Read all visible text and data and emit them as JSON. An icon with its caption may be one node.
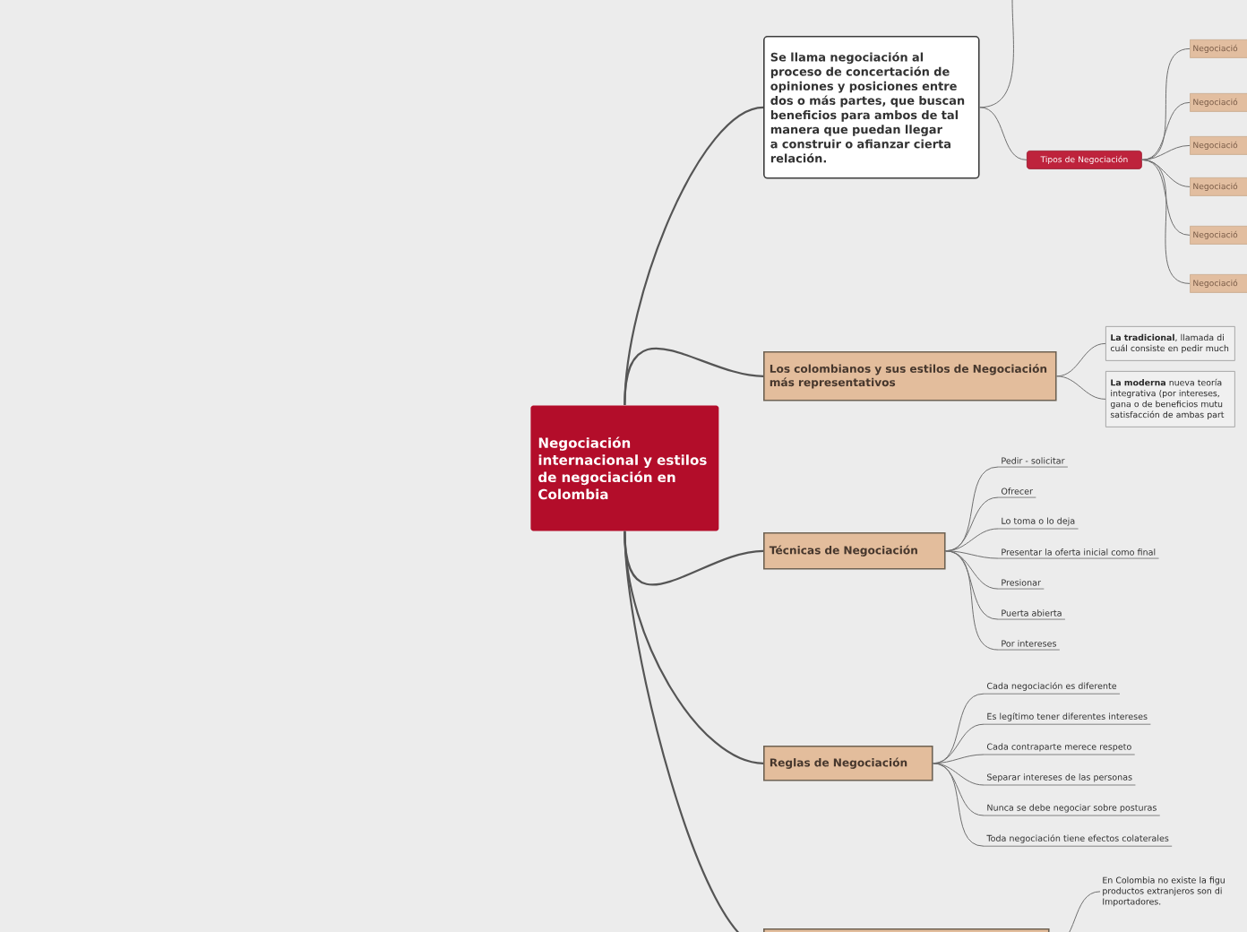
{
  "diagram": {
    "nodes": [
      {
        "text": [
          "Negociación internacional y estilos de negociación en Colombia"
        ]
      },
      {
        "text": [
          "Se llama negociación al proceso de concertación de opiniones y posiciones entre dos o más partes, que buscan beneficios para ambos de tal manera que puedan llegar a construir o afianzar cierta relación."
        ]
      },
      {
        "text": [
          "Tipos de Negociación"
        ]
      },
      {
        "text": [
          "Negociació"
        ]
      },
      {
        "text": [
          "Negociació"
        ]
      },
      {
        "text": [
          "Negociació"
        ]
      },
      {
        "text": [
          "Negociació"
        ]
      },
      {
        "text": [
          "Negociació"
        ]
      },
      {
        "text": [
          "Negociació"
        ]
      },
      {
        "text": [
          "Los colombianos y sus estilos de Negociación más representativos"
        ]
      },
      {
        "text": [
          "**La tradicional**, llamada di cuál consiste en pedir much"
        ]
      },
      {
        "text": [
          "**La moderna** nueva teoría integrativa (por intereses, gana o de beneficios mutu satisfacción de ambas part"
        ]
      },
      {
        "text": [
          "Técnicas de Negociación"
        ]
      },
      {
        "text": [
          "Pedir - solicitar"
        ]
      },
      {
        "text": [
          "Ofrecer"
        ]
      },
      {
        "text": [
          "Lo toma o lo deja"
        ]
      },
      {
        "text": [
          "Presentar la oferta inicial como final"
        ]
      },
      {
        "text": [
          "Presionar"
        ]
      },
      {
        "text": [
          "Puerta abierta"
        ]
      },
      {
        "text": [
          "Por intereses"
        ]
      },
      {
        "text": [
          "Reglas de Negociación"
        ]
      },
      {
        "text": [
          "Cada negociación es diferente"
        ]
      },
      {
        "text": [
          "Es legítimo tener diferentes intereses"
        ]
      },
      {
        "text": [
          "Cada contraparte merece respeto"
        ]
      },
      {
        "text": [
          "Separar intereses de las personas"
        ]
      },
      {
        "text": [
          "Nunca se debe negociar sobre posturas"
        ]
      },
      {
        "text": [
          "Toda negociación tiene efectos colaterales"
        ]
      },
      {
        "text": [],
        "shape": "box"
      },
      {
        "text": [
          "En Colombia no existe la figu productos extranjeros son di Importadores."
        ]
      }
    ],
    "edges": [
      {
        "from": 0,
        "to": 1,
        "arrow": "none"
      },
      {
        "from": 0,
        "to": 9,
        "arrow": "none"
      },
      {
        "from": 0,
        "to": 12,
        "arrow": "none"
      },
      {
        "from": 0,
        "to": 20,
        "arrow": "none"
      },
      {
        "from": 0,
        "to": 27,
        "arrow": "none"
      },
      {
        "from": 1,
        "to": null,
        "arrow": "none"
      },
      {
        "from": 1,
        "to": 2,
        "arrow": "none"
      },
      {
        "from": 2,
        "to": 3,
        "arrow": "none"
      },
      {
        "from": 2,
        "to": 4,
        "arrow": "none"
      },
      {
        "from": 2,
        "to": 5,
        "arrow": "none"
      },
      {
        "from": 2,
        "to": 6,
        "arrow": "none"
      },
      {
        "from": 2,
        "to": 7,
        "arrow": "none"
      },
      {
        "from": 2,
        "to": 8,
        "arrow": "none"
      },
      {
        "from": 9,
        "to": 10,
        "arrow": "none"
      },
      {
        "from": 9,
        "to": 11,
        "arrow": "none"
      },
      {
        "from": 12,
        "to": 13,
        "arrow": "none"
      },
      {
        "from": 12,
        "to": 14,
        "arrow": "none"
      },
      {
        "from": 12,
        "to": 15,
        "arrow": "none"
      },
      {
        "from": 12,
        "to": 16,
        "arrow": "none"
      },
      {
        "from": 12,
        "to": 17,
        "arrow": "none"
      },
      {
        "from": 12,
        "to": 18,
        "arrow": "none"
      },
      {
        "from": 12,
        "to": 19,
        "arrow": "none"
      },
      {
        "from": 20,
        "to": 21,
        "arrow": "none"
      },
      {
        "from": 20,
        "to": 22,
        "arrow": "none"
      },
      {
        "from": 20,
        "to": 23,
        "arrow": "none"
      },
      {
        "from": 20,
        "to": 24,
        "arrow": "none"
      },
      {
        "from": 20,
        "to": 25,
        "arrow": "none"
      },
      {
        "from": 20,
        "to": 26,
        "arrow": "none"
      },
      {
        "from": 27,
        "to": 28,
        "arrow": "none"
      }
    ]
  }
}
